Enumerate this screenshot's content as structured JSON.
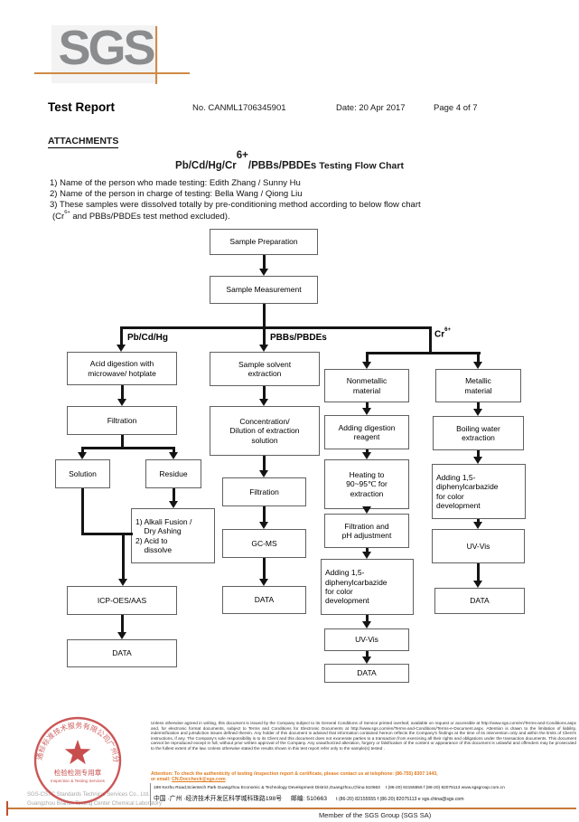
{
  "header": {
    "logo": "SGS",
    "title": "Test Report",
    "report_no": "No. CANML1706345901",
    "date": "Date: 20 Apr 2017",
    "page": "Page 4 of 7"
  },
  "intro": {
    "attachments_heading": "ATTACHMENTS",
    "title_main_prefix": "Pb/Cd/Hg/Cr",
    "title_main_sup": "6+",
    "title_main_suffix": "/PBBs/PBDEs",
    "title_sub": " Testing Flow Chart",
    "notes": [
      "1) Name of the person who made testing: Edith Zhang / Sunny Hu",
      "2) Name of the person in charge of testing: Bella Wang / Qiong Liu",
      "3) These samples were dissolved totally by pre-conditioning method according to below flow chart"
    ],
    "note3b_prefix": "(Cr",
    "note3b_sup": "6+",
    "note3b_suffix": " and PBBs/PBDEs test method excluded)."
  },
  "flowchart": {
    "branch_labels": {
      "left": "Pb/Cd/Hg",
      "middle": "PBBs/PBDEs",
      "right_prefix": "Cr",
      "right_sup": "6+"
    },
    "nodes": {
      "sample_preparation": "Sample Preparation",
      "sample_measurement": "Sample Measurement",
      "acid_digestion": "Acid digestion with\nmicrowave/ hotplate",
      "filtration_left": "Filtration",
      "solution": "Solution",
      "residue": "Residue",
      "alkali": "1) Alkali Fusion /\n    Dry Ashing\n2) Acid to\n    dissolve",
      "icp": "ICP-OES/AAS",
      "data_left": "DATA",
      "solvent_extraction": "Sample solvent\nextraction",
      "concentration": "Concentration/\nDilution of extraction\nsolution",
      "filtration_mid": "Filtration",
      "gcms": "GC-MS",
      "data_mid": "DATA",
      "nonmetallic": "Nonmetallic\nmaterial",
      "adding_reagent": "Adding digestion\nreagent",
      "heating": "Heating to\n90~95℃ for\nextraction",
      "filtration_ph": "Filtration and\npH adjustment",
      "adding_dpc_nonmetal": "Adding 1,5-\ndiphenylcarbazide\nfor color\ndevelopment",
      "uvvis_nonmetal": "UV-Vis",
      "data_nonmetal": "DATA",
      "metallic": "Metallic\nmaterial",
      "boiling": "Boiling water\nextraction",
      "adding_dpc_metal": "Adding 1,5-\ndiphenylcarbazide\nfor color\ndevelopment",
      "uvvis_metal": "UV-Vis",
      "data_metal": "DATA"
    }
  },
  "footer": {
    "legal_text": "Unless otherwise agreed in writing, this document is issued by the Company subject to its General Conditions of Service printed overleaf, available on request or accessible at http://www.sgs.com/en/Terms-and-Conditions.aspx and, for electronic format documents, subject to Terms and Conditions for Electronic Documents at http://www.sgs.com/en/Terms-and-Conditions/Terms-e-Document.aspx. Attention is drawn to the limitation of liability, indemnification and jurisdiction issues defined therein. Any holder of this document is advised that information contained hereon reflects the Company's findings at the time of its intervention only and within the limits of Client's instructions, if any. The Company's sole responsibility is to its Client and this document does not exonerate parties to a transaction from exercising all their rights and obligations under the transaction documents. This document cannot be reproduced except in full, without prior written approval of the Company. Any unauthorized alteration, forgery or falsification of the content or appearance of this document is unlawful and offenders may be prosecuted to the fullest extent of the law. Unless otherwise stated the results shown in this test report refer only to the sample(s) tested .",
    "attention_line1": "Attention: To check the authenticity of testing /inspection report & certificate, please contact us at telephone: (86-755) 8307 1443,",
    "attention_line2_prefix": "or email: ",
    "attention_email": "CN.Doccheck@sgs.com",
    "address_en": "198 Kezhu Road,Scientech Park Guangzhou Economic & Technology Development District,Guangzhou,China 510663",
    "address_en_contact": "t (86-20) 82155555  f (86-20) 82075113   www.sgsgroup.com.cn",
    "address_cn": "中国 ·广州 ·经济技术开发区科学城科珠路198号",
    "address_cn_postal": "邮编: 510663",
    "address_cn_contact": "t (86-20) 82155555  f (86-20) 82075113   e  sgs.china@sgs.com",
    "member_line": "Member of the SGS Group (SGS SA)",
    "company_line1": "SGS-CSTC Standards Technical Services Co., Ltd.",
    "company_line2": "Guangzhou Branch Testing Center Chemical Laboratory",
    "stamp": {
      "ring_text": "通标标准技术服务有限公司广州分公司",
      "chinese_band": "检验检测专用章",
      "english_band": "Inspection & Testing Services"
    }
  }
}
